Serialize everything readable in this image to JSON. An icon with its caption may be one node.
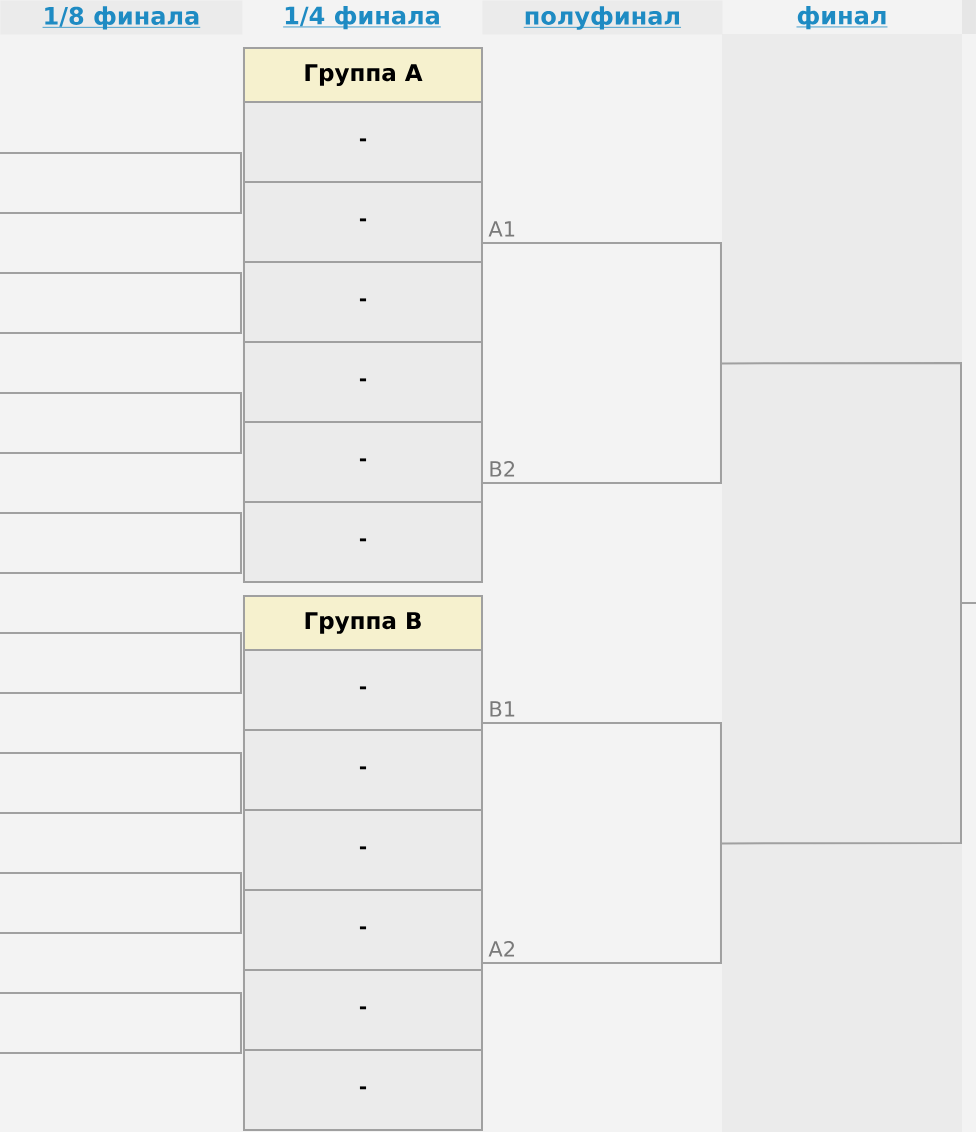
{
  "diagram": {
    "nodes": [
      {
        "text": [
          "1/8 финала"
        ]
      },
      {
        "text": [
          "1/4 финала"
        ]
      },
      {
        "text": [
          "полуфинал"
        ]
      },
      {
        "text": [
          "финал"
        ]
      },
      {
        "text": [],
        "shape": "bracket"
      },
      {
        "text": [],
        "shape": "bracket"
      },
      {
        "text": [],
        "shape": "bracket"
      },
      {
        "text": [],
        "shape": "bracket"
      },
      {
        "text": [],
        "shape": "bracket"
      },
      {
        "text": [],
        "shape": "bracket"
      },
      {
        "text": [],
        "shape": "bracket"
      },
      {
        "text": [],
        "shape": "bracket"
      },
      {
        "text": [
          "Группа А"
        ]
      },
      {
        "text": [
          "-"
        ],
        "in": 12
      },
      {
        "text": [
          "-"
        ],
        "in": 12
      },
      {
        "text": [
          "-"
        ],
        "in": 12
      },
      {
        "text": [
          "-"
        ],
        "in": 12
      },
      {
        "text": [
          "-"
        ],
        "in": 12
      },
      {
        "text": [
          "-"
        ],
        "in": 12
      },
      {
        "text": [
          "Группа В"
        ]
      },
      {
        "text": [
          "-"
        ],
        "in": 19
      },
      {
        "text": [
          "-"
        ],
        "in": 19
      },
      {
        "text": [
          "-"
        ],
        "in": 19
      },
      {
        "text": [
          "-"
        ],
        "in": 19
      },
      {
        "text": [
          "-"
        ],
        "in": 19
      },
      {
        "text": [
          "-"
        ],
        "in": 19
      },
      {
        "text": [
          "A1",
          "B2"
        ]
      },
      {
        "text": [
          "B1",
          "A2"
        ]
      }
    ],
    "edges": [
      {
        "from": 26,
        "to": null,
        "arrow": "none"
      },
      {
        "from": 27,
        "to": null,
        "arrow": "none"
      }
    ]
  }
}
